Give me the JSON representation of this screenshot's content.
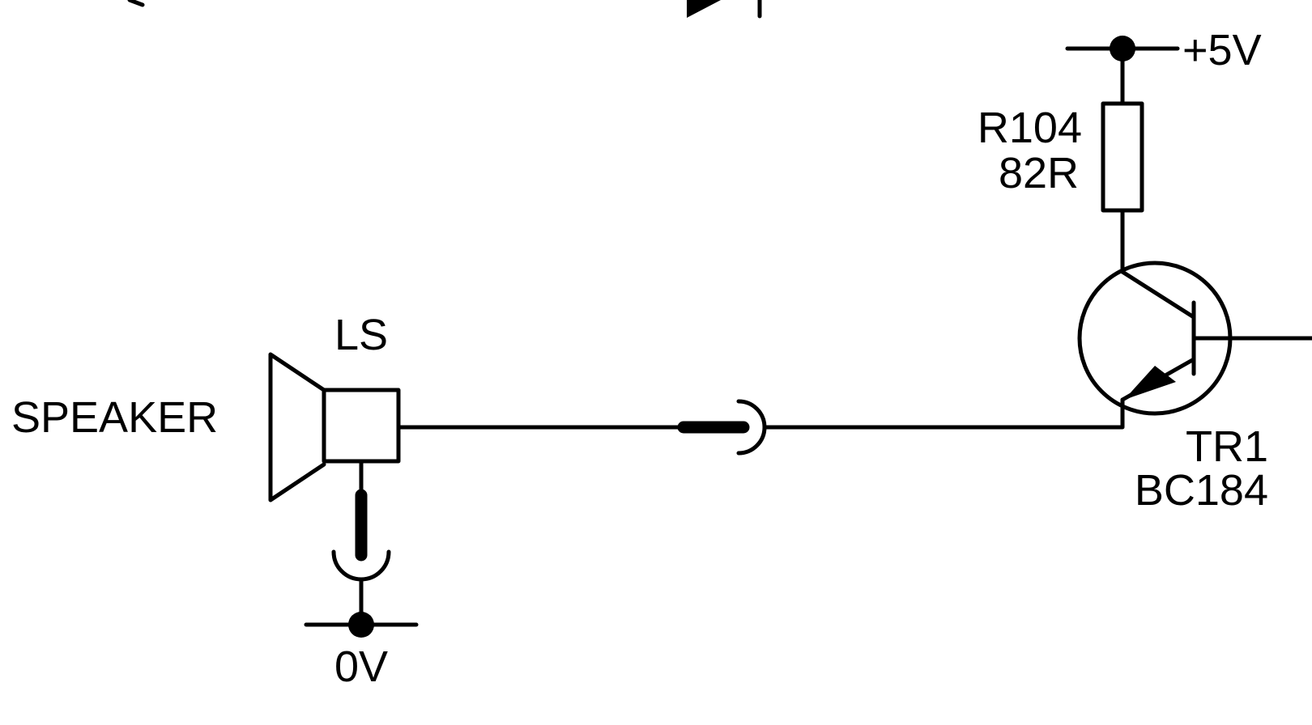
{
  "schematic": {
    "speaker": {
      "designator": "LS",
      "description": "SPEAKER"
    },
    "ground_rail": {
      "label": "0V"
    },
    "supply_rail": {
      "label": "+5V"
    },
    "resistor": {
      "designator": "R104",
      "value": "82R"
    },
    "transistor": {
      "designator": "TR1",
      "part": "BC184"
    }
  },
  "colors": {
    "ink": "#000000",
    "background": "#ffffff"
  }
}
